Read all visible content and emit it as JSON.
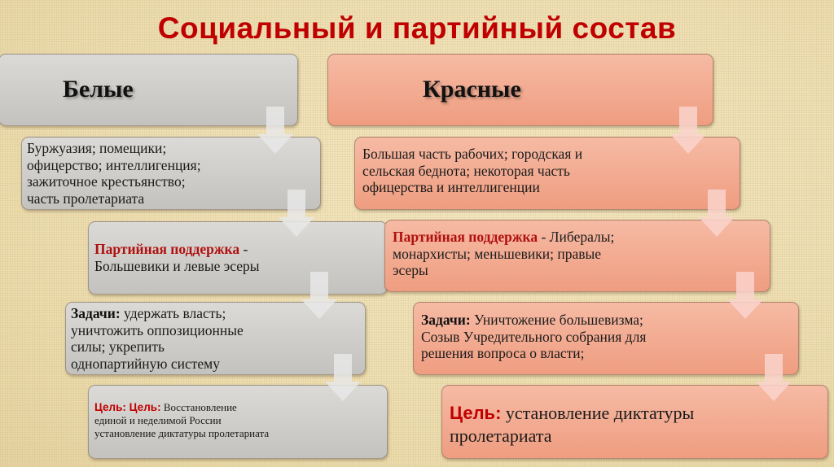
{
  "title": "Социальный и партийный состав",
  "colors": {
    "title": "#c00000",
    "accent": "#b01010",
    "white_box": "#cfcdc9",
    "red_box": "#f3ac93",
    "background": "#efe0b4"
  },
  "white": {
    "header": "Белые",
    "social": {
      "lines": [
        "Буржуазия; помещики;",
        "офицерство; интеллигенция;",
        "зажиточное крестьянство;",
        "часть пролетариата"
      ]
    },
    "party": {
      "label": "Партийная поддержка",
      "sep": " -",
      "text": "Большевики и левые эсеры"
    },
    "tasks": {
      "label": "Задачи:",
      "lines": [
        " удержать власть;",
        "уничтожить оппозиционные",
        "силы; укрепить",
        "однопартийную систему"
      ]
    },
    "goal": {
      "label": "Цель: Цель:",
      "lines": [
        " Восстановление",
        "единой и неделимой России",
        "установление диктатуры пролетариата"
      ]
    }
  },
  "red": {
    "header": "Красные",
    "social": {
      "lines": [
        "Большая часть рабочих; городская и",
        "сельская беднота; некоторая часть",
        "офицерства и интеллигенции"
      ]
    },
    "party": {
      "label": "Партийная поддержка",
      "lines": [
        " - Либералы;",
        "монархисты; меньшевики; правые",
        "эсеры"
      ]
    },
    "tasks": {
      "label": "Задачи:",
      "lines": [
        " Уничтожение большевизма;",
        "Созыв Учредительного собрания для",
        "решения вопроса о власти;"
      ]
    },
    "goal": {
      "label": "Цель:",
      "lines": [
        " установление диктатуры",
        "пролетариата"
      ]
    }
  },
  "icons": {
    "arrow": "down-arrow-icon"
  }
}
